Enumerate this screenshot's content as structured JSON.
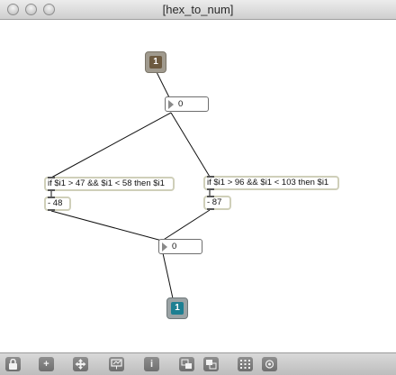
{
  "window": {
    "title": "[hex_to_num]"
  },
  "patch": {
    "inlet_port": {
      "number": "1"
    },
    "outlet_port": {
      "number": "1"
    },
    "number_top": {
      "value": "0"
    },
    "number_bottom": {
      "value": "0"
    },
    "if_digits": {
      "text": "if $i1 > 47 && $i1 < 58 then $i1"
    },
    "if_letters": {
      "text": "if $i1 > 96 && $i1 < 103 then $i1"
    },
    "minus_48": {
      "text": "- 48"
    },
    "minus_87": {
      "text": "- 87"
    }
  },
  "toolbar": {
    "icons": [
      "lock-icon",
      "add-object-icon",
      "move-icon",
      "presentation-icon",
      "info-icon",
      "front-icon",
      "back-icon",
      "grid-icon",
      "snap-icon"
    ],
    "info_label": "i",
    "add_label": "+"
  },
  "colors": {
    "inlet": "#6d5a40",
    "outlet": "#1d7f92",
    "object_border": "#cfcfb9"
  }
}
